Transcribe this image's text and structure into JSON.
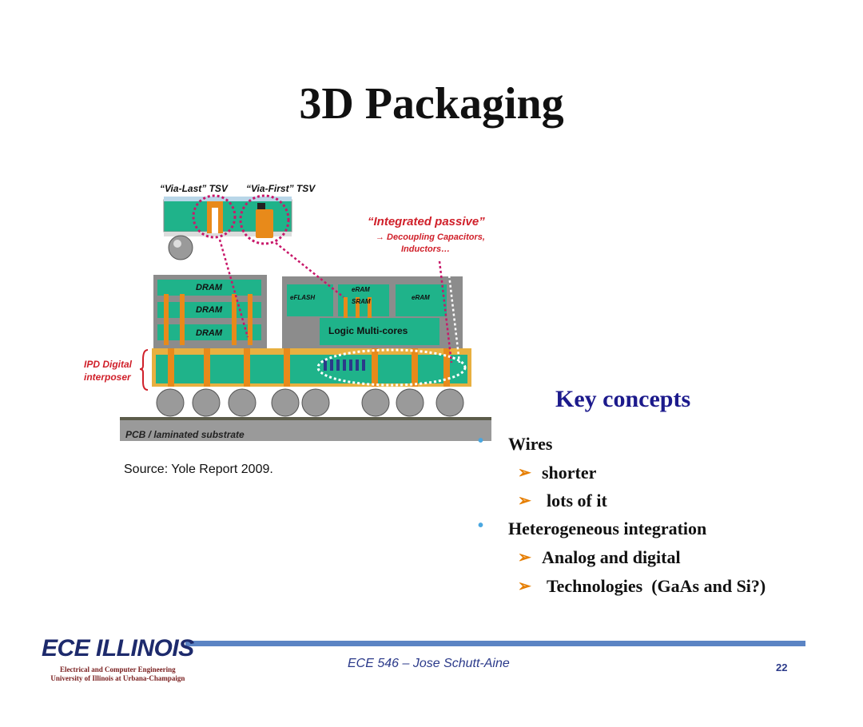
{
  "slide": {
    "title": "3D Packaging",
    "source": "Source: Yole Report 2009.",
    "key_concepts_title": "Key concepts",
    "bullets": [
      {
        "level": 1,
        "text": "Wires"
      },
      {
        "level": 2,
        "text": "shorter"
      },
      {
        "level": 2,
        "text": "lots of it"
      },
      {
        "level": 1,
        "text": "Heterogeneous integration"
      },
      {
        "level": 2,
        "text": "Analog and digital"
      },
      {
        "level": 2,
        "text": "Technologies  (GaAs and Si?)"
      }
    ]
  },
  "diagram": {
    "via_last": "“Via-Last” TSV",
    "via_first": "“Via-First” TSV",
    "integrated_passive": "“Integrated passive”",
    "decoupling": "→ Decoupling Capacitors,",
    "inductors": "Inductors…",
    "dram": "DRAM",
    "eflash": "eFLASH",
    "eram": "eRAM",
    "sram": "SRAM",
    "logic": "Logic Multi-cores",
    "ipd_line1": "IPD Digital",
    "ipd_line2": "interposer",
    "pcb": "PCB / laminated substrate"
  },
  "footer": {
    "logo_text": "ECE ILLINOIS",
    "logo_sub1": "Electrical and Computer Engineering",
    "logo_sub2": "University of Illinois at Urbana-Champaign",
    "center": "ECE 546 – Jose Schutt-Aine",
    "page": "22"
  },
  "colors": {
    "title_blue": "#1c1a8c",
    "bullet_dot": "#4aa7e0",
    "arrow_orange": "#e67e00",
    "footer_bar": "#5b84c4",
    "chip_green": "#1fb38a",
    "copper_orange": "#e88a1a",
    "callout_red": "#d0202a",
    "via_ring": "#c8186a"
  }
}
